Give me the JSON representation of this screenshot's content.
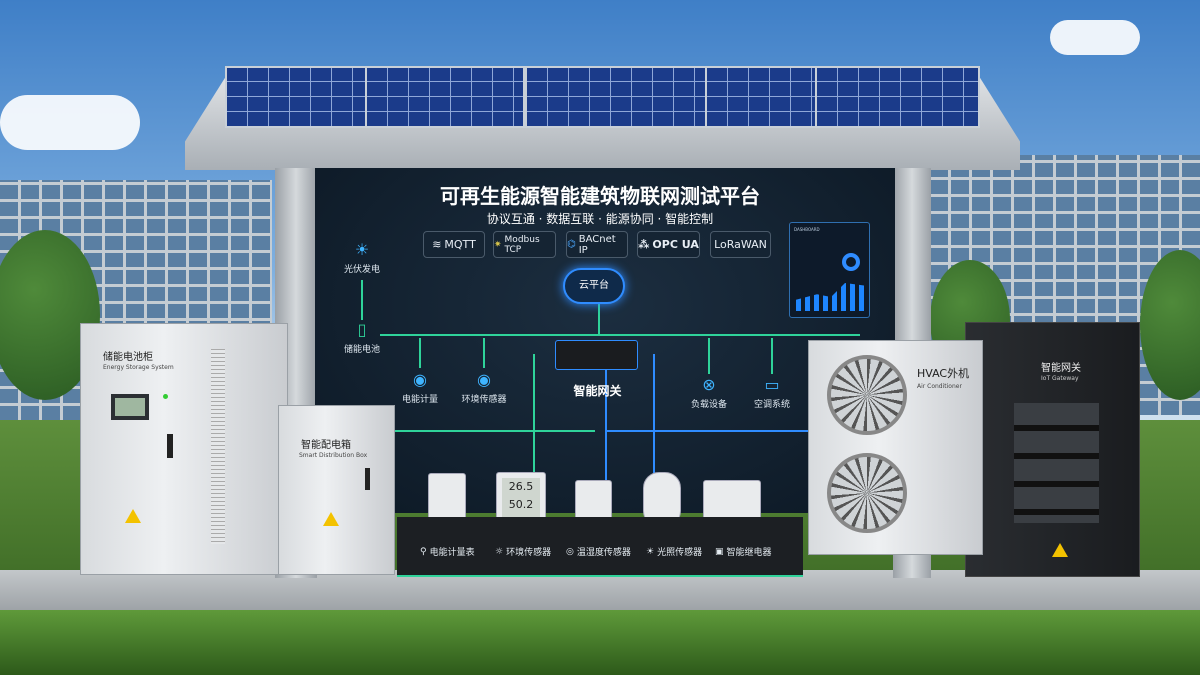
{
  "board": {
    "title": "可再生能源智能建筑物联网测试平台",
    "subtitle": "协议互通 · 数据互联 · 能源协同 · 智能控制",
    "protocols": [
      {
        "label": "MQTT",
        "icon": "mqtt-wifi-icon"
      },
      {
        "label": "Modbus TCP",
        "icon": "modbus-icon"
      },
      {
        "label": "BACnet IP",
        "icon": "bacnet-icon"
      },
      {
        "label": "OPC UA",
        "icon": "opc-ua-icon"
      },
      {
        "label": "LoRaWAN",
        "icon": "lorawan-icon"
      }
    ],
    "dashboard_title": "DASHBOARD",
    "nodes": {
      "pv": "光伏发电",
      "battery": "储能电池",
      "cloud": "云平台",
      "meter": "电能计量",
      "env": "环境传感器",
      "gateway": "智能网关",
      "load": "负载设备",
      "ac": "空调系统"
    }
  },
  "colors": {
    "line_green": "#2fd39a",
    "line_blue": "#2f8cff",
    "board_bg": "#0f1d2b"
  },
  "equipment": {
    "storage": {
      "title": "储能电池柜",
      "subtitle": "Energy Storage System"
    },
    "distribution": {
      "title": "智能配电箱",
      "subtitle": "Smart Distribution Box"
    },
    "hvac": {
      "title": "HVAC外机",
      "subtitle": "Air Conditioner"
    },
    "iot_gateway": {
      "title": "智能网关",
      "subtitle": "IoT Gateway"
    }
  },
  "sensor_display": {
    "temp": "26.5",
    "humidity": "50.2"
  },
  "sensor_labels": [
    "电能计量表",
    "环境传感器",
    "温湿度传感器",
    "光照传感器",
    "智能继电器"
  ]
}
